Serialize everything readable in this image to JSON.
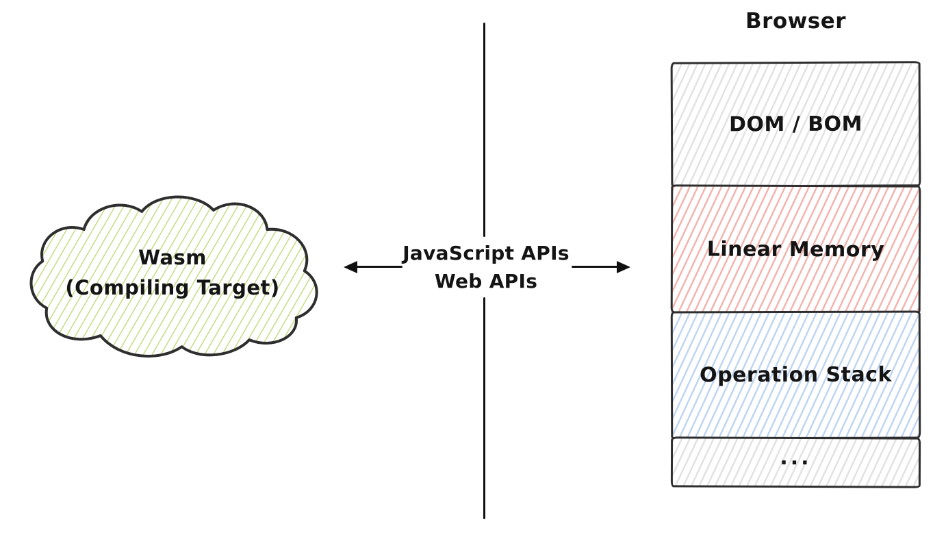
{
  "cloud": {
    "title": "Wasm",
    "subtitle": "(Compiling Target)",
    "hatch_color": "#c3dc85",
    "stroke_color": "#2e2e2e"
  },
  "connector": {
    "api_label_line1": "JavaScript APIs",
    "api_label_line2": "Web APIs",
    "line_color": "#111111"
  },
  "browser": {
    "title": "Browser",
    "layers": [
      {
        "label": "DOM / BOM",
        "hatch_color": "#e2e2e2"
      },
      {
        "label": "Linear Memory",
        "hatch_color": "#f3b4af"
      },
      {
        "label": "Operation Stack",
        "hatch_color": "#bfd5f2"
      },
      {
        "label": "...",
        "hatch_color": "#e2e2e2"
      }
    ]
  }
}
